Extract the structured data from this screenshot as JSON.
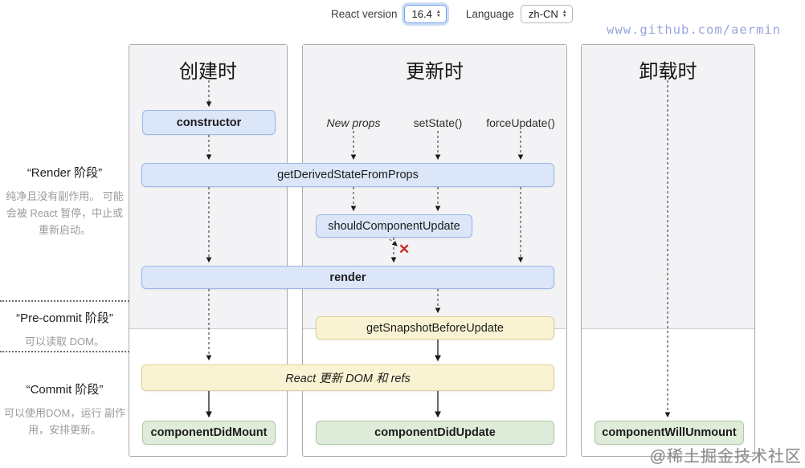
{
  "toolbar": {
    "react_version_label": "React version",
    "react_version_value": "16.4",
    "language_label": "Language",
    "language_value": "zh-CN",
    "stepper_up": "▲",
    "stepper_down": "▼"
  },
  "watermarks": {
    "top_right": "www.github.com/aermin",
    "bottom_right": "@稀土掘金技术社区"
  },
  "columns": {
    "mounting": {
      "title": "创建时"
    },
    "updating": {
      "title": "更新时",
      "triggers": [
        "New props",
        "setState()",
        "forceUpdate()"
      ]
    },
    "unmounting": {
      "title": "卸载时"
    }
  },
  "methods": {
    "constructor": "constructor",
    "getDerivedStateFromProps": "getDerivedStateFromProps",
    "shouldComponentUpdate": "shouldComponentUpdate",
    "render": "render",
    "getSnapshotBeforeUpdate": "getSnapshotBeforeUpdate",
    "reactUpdatesDom": "React 更新 DOM 和 refs",
    "componentDidMount": "componentDidMount",
    "componentDidUpdate": "componentDidUpdate",
    "componentWillUnmount": "componentWillUnmount"
  },
  "phases": {
    "render": {
      "title": "“Render 阶段”",
      "description": "纯净且没有副作用。 可能会被 React 暂停，中止或重新启动。"
    },
    "pre_commit": {
      "title": "“Pre-commit 阶段”",
      "description": "可以读取 DOM。"
    },
    "commit": {
      "title": "“Commit 阶段”",
      "description": "可以使用DOM，运行 副作用，安排更新。"
    }
  },
  "marks": {
    "cancel": "✕"
  },
  "colors": {
    "box_blue_fill": "#dbe6f9",
    "box_blue_border": "#9db8e8",
    "box_yellow_fill": "#faf3d3",
    "box_yellow_border": "#e0d095",
    "box_green_fill": "#dfecd9",
    "box_green_border": "#adc9a5",
    "panel_shade": "#f3f3f6",
    "cancel_red": "#c5271c",
    "watermark_blue": "#97a6dd"
  }
}
